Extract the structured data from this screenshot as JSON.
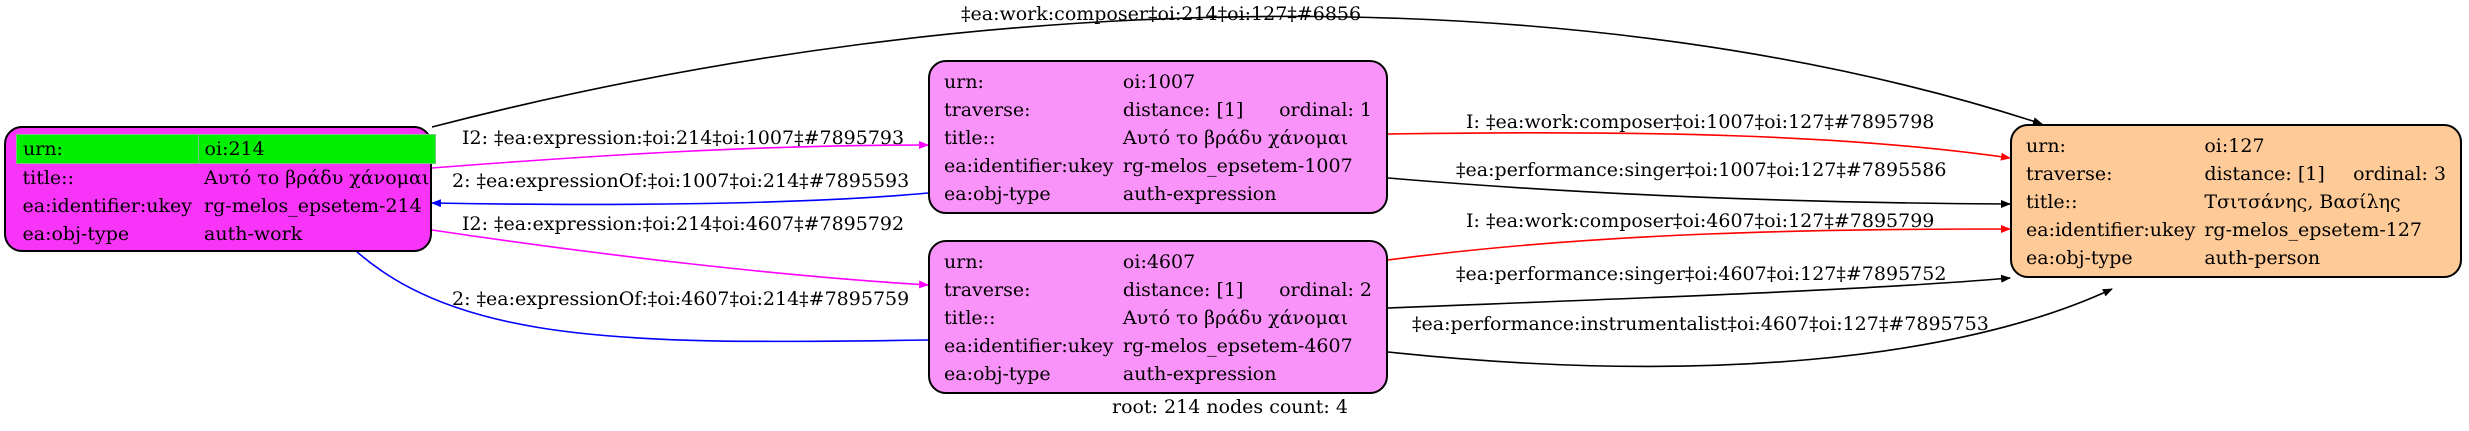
{
  "nodes": {
    "work": {
      "urn_key": "urn:",
      "urn_val": "oi:214",
      "title_key": "title::",
      "title_val": "Αυτό το βράδυ χάνομαι",
      "ukey_key": "ea:identifier:ukey",
      "ukey_val": "rg-melos_epsetem-214",
      "type_key": "ea:obj-type",
      "type_val": "auth-work"
    },
    "expr1007": {
      "urn_key": "urn:",
      "urn_val": "oi:1007",
      "traverse_key": "traverse:",
      "distance": "distance: [1]",
      "ordinal": "ordinal: 1",
      "title_key": "title::",
      "title_val": "Αυτό το βράδυ χάνομαι",
      "ukey_key": "ea:identifier:ukey",
      "ukey_val": "rg-melos_epsetem-1007",
      "type_key": "ea:obj-type",
      "type_val": "auth-expression"
    },
    "expr4607": {
      "urn_key": "urn:",
      "urn_val": "oi:4607",
      "traverse_key": "traverse:",
      "distance": "distance: [1]",
      "ordinal": "ordinal: 2",
      "title_key": "title::",
      "title_val": "Αυτό το βράδυ χάνομαι",
      "ukey_key": "ea:identifier:ukey",
      "ukey_val": "rg-melos_epsetem-4607",
      "type_key": "ea:obj-type",
      "type_val": "auth-expression"
    },
    "person": {
      "urn_key": "urn:",
      "urn_val": "oi:127",
      "traverse_key": "traverse:",
      "distance": "distance: [1]",
      "ordinal": "ordinal: 3",
      "title_key": "title::",
      "title_val": "Τσιτσάνης, Βασίλης",
      "ukey_key": "ea:identifier:ukey",
      "ukey_val": "rg-melos_epsetem-127",
      "type_key": "ea:obj-type",
      "type_val": "auth-person"
    }
  },
  "edges": {
    "composer_direct": "‡ea:work:composer‡oi:214‡oi:127‡#6856",
    "expression_1007": "I2: ‡ea:expression:‡oi:214‡oi:1007‡#7895793",
    "expressionOf_1007": "2: ‡ea:expressionOf:‡oi:1007‡oi:214‡#7895593",
    "expression_4607": "I2: ‡ea:expression:‡oi:214‡oi:4607‡#7895792",
    "expressionOf_4607": "2: ‡ea:expressionOf:‡oi:4607‡oi:214‡#7895759",
    "composer_1007": "I: ‡ea:work:composer‡oi:1007‡oi:127‡#7895798",
    "singer_1007": "‡ea:performance:singer‡oi:1007‡oi:127‡#7895586",
    "composer_4607": "I: ‡ea:work:composer‡oi:4607‡oi:127‡#7895799",
    "singer_4607": "‡ea:performance:singer‡oi:4607‡oi:127‡#7895752",
    "instrumentalist_4607": "‡ea:performance:instrumentalist‡oi:4607‡oi:127‡#7895753"
  },
  "colors": {
    "black": "#000000",
    "red": "#ff0000",
    "blue": "#0000ff",
    "magenta": "#ff00ff"
  },
  "footer": {
    "summary": "root: 214 nodes count: 4"
  }
}
